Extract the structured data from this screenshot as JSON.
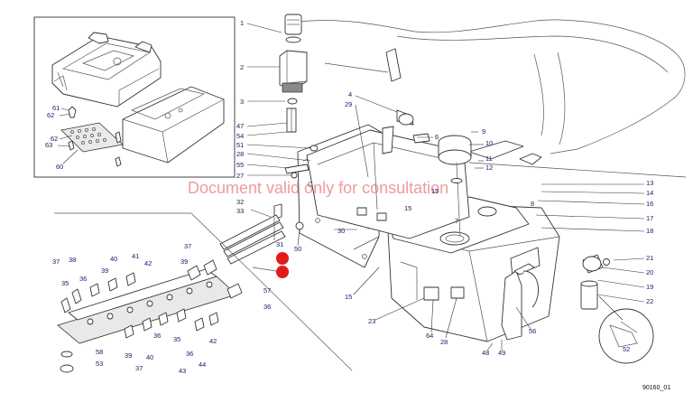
{
  "watermark": "Document valid only for consultation",
  "drawing_number": "90160_01",
  "callouts": {
    "c1": "1",
    "c2": "2",
    "c3": "3",
    "c47": "47",
    "c54": "54",
    "c51": "51",
    "c28": "28",
    "c55": "55",
    "c27": "27",
    "c32": "32",
    "c33": "33",
    "c31": "31",
    "c50": "50",
    "c4": "4",
    "c29": "29",
    "c9": "9",
    "c6": "6",
    "c10": "10",
    "c11": "11",
    "c12": "12",
    "c13": "13",
    "c14": "14",
    "c16": "16",
    "c17": "17",
    "c18": "18",
    "c15a": "15",
    "c15b": "15",
    "c8": "8",
    "c30": "30",
    "c15c": "15",
    "c7": "7",
    "c23": "23",
    "c64": "64",
    "c28b": "28",
    "c56": "56",
    "c48": "48",
    "c49": "49",
    "c21": "21",
    "c20": "20",
    "c19": "19",
    "c22": "22",
    "c52": "52",
    "c61": "61",
    "c62": "62",
    "c63": "63",
    "c60": "60",
    "c37a": "37",
    "c38a": "38",
    "c36a": "36",
    "c40a": "40",
    "c41": "41",
    "c42a": "42",
    "c39a": "39",
    "c35a": "35",
    "c37b": "37",
    "c39b": "39",
    "c57": "57",
    "c36b": "36",
    "c58": "58",
    "c53": "53",
    "c39c": "39",
    "c37c": "37",
    "c40b": "40",
    "c36c": "36",
    "c43": "43",
    "c35b": "35",
    "c36d": "36",
    "c44": "44",
    "c42b": "42"
  }
}
